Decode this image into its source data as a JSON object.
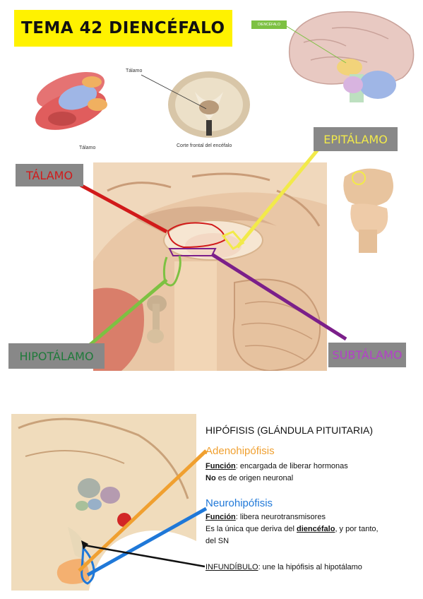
{
  "title": "TEMA 42 DIENCÉFALO",
  "figures": {
    "thalamus_label": "Tálamo",
    "coronal_pointer": "Tálamo",
    "coronal_caption": "Corte frontal del encéfalo",
    "brain_tag": "DIENCÉFALO"
  },
  "labels": {
    "talamo": "TÁLAMO",
    "epitalamo": "EPITÁLAMO",
    "hipotalamo": "HIPOTÁLAMO",
    "subtalamo": "SUBTÁLAMO"
  },
  "hypophysis": {
    "heading": "HIPÓFISIS (GLÁNDULA PITUITARIA)",
    "adeno_title": "Adenohipófisis",
    "adeno_func_label": "Función",
    "adeno_func_text": ": encargada de liberar hormonas",
    "adeno_no": "No",
    "adeno_no_text": " es de origen neuronal",
    "neuro_title": "Neurohipófisis",
    "neuro_func_label": "Función",
    "neuro_func_text": ": libera neurotransmisores",
    "neuro_line2a": "Es la única que deriva del ",
    "neuro_line2b": "diencéfalo",
    "neuro_line2c": ", y por tanto,",
    "neuro_line3": "del SN",
    "infundibulo_label": "INFUNDÍBULO",
    "infundibulo_text": ": une la hipófisis al hipotálamo"
  },
  "colors": {
    "title_bg": "#fff200",
    "tag_bg": "#888888",
    "talamo": "#d11a1a",
    "epitalamo": "#f2ea4a",
    "hipotalamo": "#7dc142",
    "subtalamo": "#7b1f8a",
    "adeno": "#f0a030",
    "neuro": "#1f78d8"
  }
}
